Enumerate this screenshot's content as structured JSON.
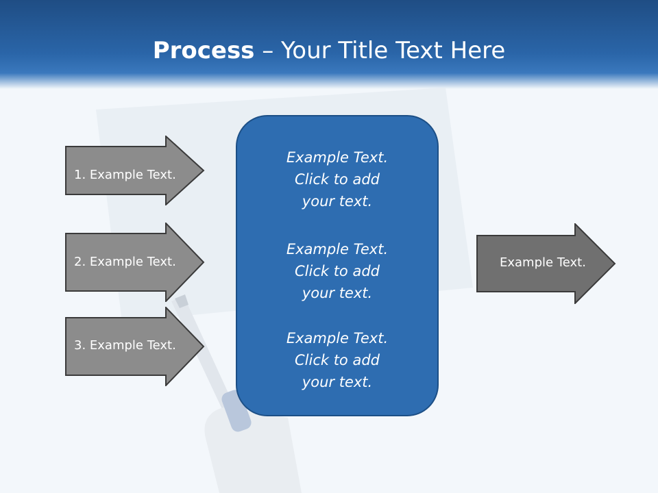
{
  "slide": {
    "title_bold": "Process",
    "title_rest": " – Your Title Text Here"
  },
  "inputs": [
    {
      "label": "1. Example Text."
    },
    {
      "label": "2. Example Text."
    },
    {
      "label": "3. Example Text."
    }
  ],
  "center_blocks": [
    {
      "lines": [
        "Example Text.",
        "Click  to add",
        "your text."
      ]
    },
    {
      "lines": [
        "Example Text.",
        "Click  to add",
        "your text."
      ]
    },
    {
      "lines": [
        "Example Text.",
        "Click  to add",
        "your text."
      ]
    }
  ],
  "output": {
    "label": "Example Text."
  },
  "colors": {
    "header": "#2a65a8",
    "center_box": "#2e6db1",
    "input_arrow": "#8c8c8c",
    "output_arrow": "#707070"
  }
}
